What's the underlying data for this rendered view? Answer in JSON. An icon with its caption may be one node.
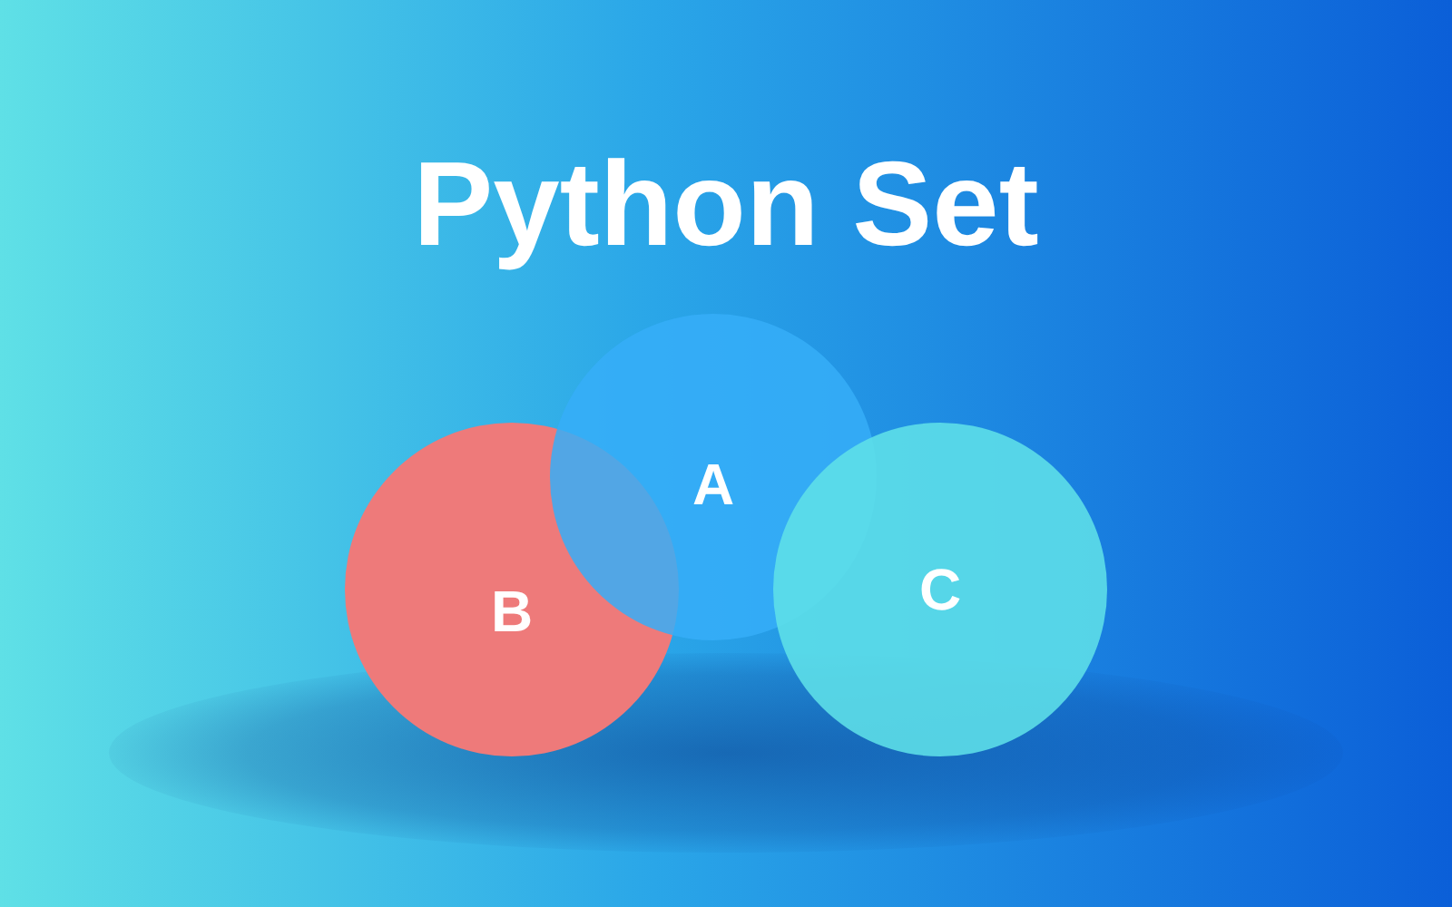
{
  "diagram": {
    "title": "Python Set",
    "nodes": [
      {
        "text": [
          "A"
        ]
      },
      {
        "text": [
          "B"
        ]
      },
      {
        "text": [
          "C"
        ]
      }
    ],
    "edges": []
  }
}
